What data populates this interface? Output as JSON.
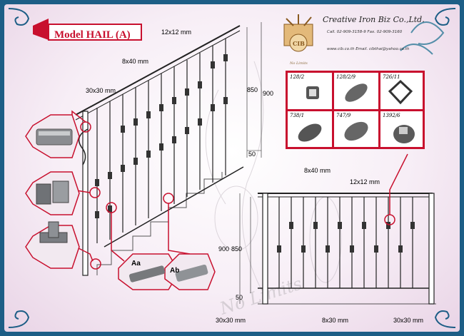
{
  "model": {
    "label": "Model HAIL (A)"
  },
  "company": {
    "name": "Creative Iron Biz Co.,Ltd.",
    "logo_text": "CIB",
    "logo_sub": "No Limits",
    "phone": "Call. 02-909-3158-9 Fax. 02-909-3160",
    "web": "www.cib.co.th Email. cibthai@yahoo.co.th"
  },
  "dimensions": {
    "top_bar": "12x12 mm",
    "handrail_stair": "8x40 mm",
    "post_stair": "30x30 mm",
    "height_outer_stair": "900",
    "height_inner_stair": "850",
    "base_gap_stair": "50",
    "handrail_flat": "8x40 mm",
    "top_bar_flat": "12x12 mm",
    "height_outer_flat": "900",
    "height_inner_flat": "850",
    "base_gap_flat": "50",
    "post_flat_left": "30x30 mm",
    "bottom_bar_flat": "8x30 mm",
    "post_flat_right": "30x30 mm"
  },
  "parts": [
    {
      "code": "128/2"
    },
    {
      "code": "128/2/9"
    },
    {
      "code": "726/11"
    },
    {
      "code": "738/1"
    },
    {
      "code": "747/9"
    },
    {
      "code": "1392/6"
    }
  ],
  "detail_labels": {
    "a": "Aa",
    "b": "Ab"
  },
  "watermark": {
    "text": "No Limits"
  },
  "colors": {
    "frame": "#1d5e86",
    "accent_red": "#c8102e",
    "hex_bg": "#f2e9f0"
  }
}
